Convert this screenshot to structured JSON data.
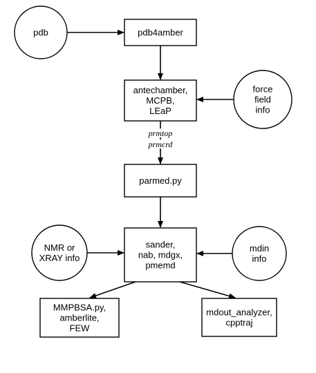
{
  "nodes": {
    "pdb": {
      "lines": [
        "pdb"
      ],
      "shape": "circle"
    },
    "pdb4amber": {
      "lines": [
        "pdb4amber"
      ],
      "shape": "box"
    },
    "antechamber": {
      "lines": [
        "antechamber,",
        "MCPB,",
        "LEaP"
      ],
      "shape": "box"
    },
    "forcefield": {
      "lines": [
        "force",
        "field",
        "info"
      ],
      "shape": "circle"
    },
    "parmed": {
      "lines": [
        "parmed.py"
      ],
      "shape": "box"
    },
    "sander": {
      "lines": [
        "sander,",
        "nab, mdgx,",
        "pmemd"
      ],
      "shape": "box"
    },
    "nmr": {
      "lines": [
        "NMR or",
        "XRAY info"
      ],
      "shape": "circle"
    },
    "mdin": {
      "lines": [
        "mdin",
        "info"
      ],
      "shape": "circle"
    },
    "mmpbsa": {
      "lines": [
        "MMPBSA.py,",
        "amberlite,",
        "FEW"
      ],
      "shape": "box"
    },
    "mdout": {
      "lines": [
        "mdout_analyzer,",
        "cpptraj"
      ],
      "shape": "box"
    }
  },
  "edges": [
    {
      "from": "pdb",
      "to": "pdb4amber"
    },
    {
      "from": "pdb4amber",
      "to": "antechamber"
    },
    {
      "from": "forcefield",
      "to": "antechamber"
    },
    {
      "from": "antechamber",
      "to": "parmed",
      "label": [
        "prmtop",
        "prmcrd"
      ]
    },
    {
      "from": "parmed",
      "to": "sander"
    },
    {
      "from": "nmr",
      "to": "sander"
    },
    {
      "from": "mdin",
      "to": "sander"
    },
    {
      "from": "sander",
      "to": "mmpbsa"
    },
    {
      "from": "sander",
      "to": "mdout"
    }
  ]
}
